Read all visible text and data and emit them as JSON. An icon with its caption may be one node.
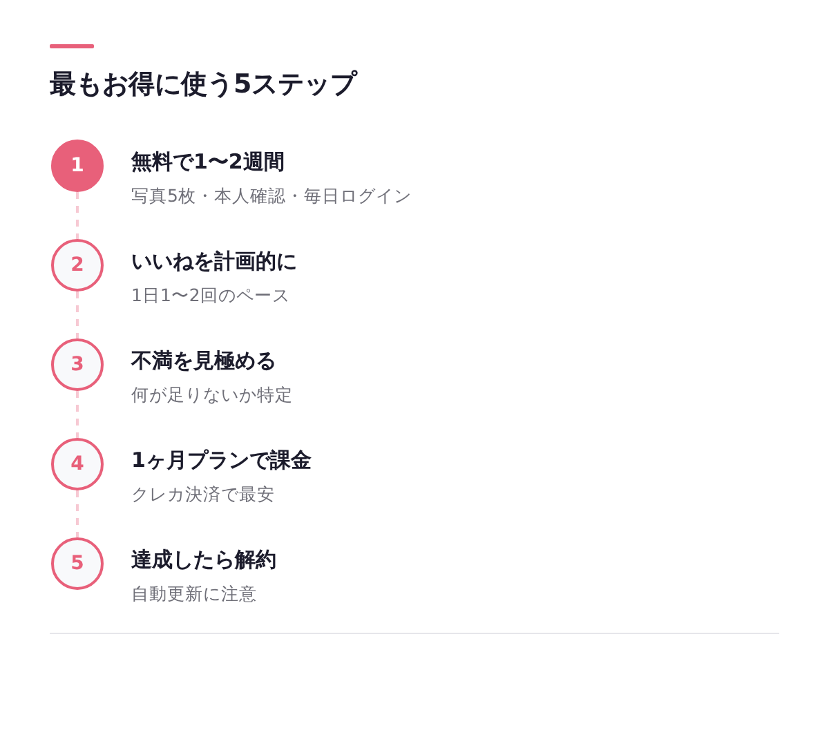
{
  "diagram": {
    "title": "最もお得に使う5ステップ",
    "nodes": [
      {
        "text": [
          "1"
        ],
        "beside": [
          "無料で1〜2週間",
          "写真5枚・本人確認・毎日ログイン"
        ]
      },
      {
        "text": [
          "2"
        ],
        "beside": [
          "いいねを計画的に",
          "1日1〜2回のペース"
        ]
      },
      {
        "text": [
          "3"
        ],
        "beside": [
          "不満を見極める",
          "何が足りないか特定"
        ]
      },
      {
        "text": [
          "4"
        ],
        "beside": [
          "1ヶ月プランで課金",
          "クレカ決済で最安"
        ]
      },
      {
        "text": [
          "5"
        ],
        "beside": [
          "達成したら解約",
          "自動更新に注意"
        ]
      }
    ],
    "edges": [
      {
        "from": 0,
        "to": 1,
        "arrow": "none",
        "style": "dashed"
      },
      {
        "from": 1,
        "to": 2,
        "arrow": "none",
        "style": "dashed"
      },
      {
        "from": 2,
        "to": 3,
        "arrow": "none",
        "style": "dashed"
      },
      {
        "from": 3,
        "to": 4,
        "arrow": "none",
        "style": "dashed"
      }
    ]
  }
}
